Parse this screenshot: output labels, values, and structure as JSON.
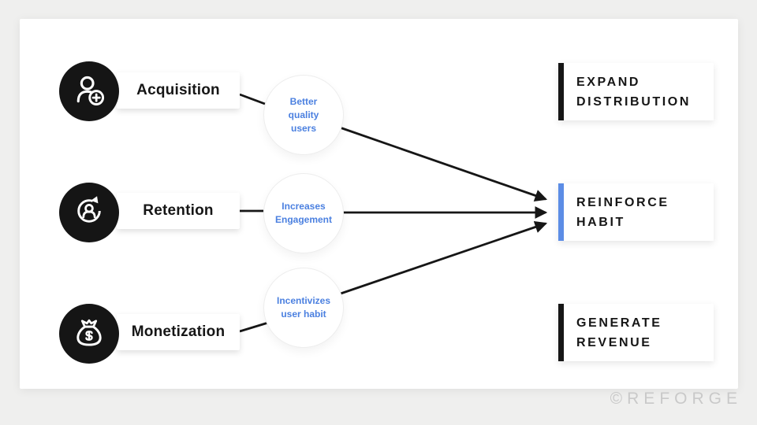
{
  "rows": [
    {
      "label": "Acquisition",
      "icon": "user-add-icon",
      "circle_lines": [
        "Better",
        "quality",
        "users"
      ]
    },
    {
      "label": "Retention",
      "icon": "user-retention-icon",
      "circle_lines": [
        "Increases",
        "Engagement"
      ]
    },
    {
      "label": "Monetization",
      "icon": "money-bag-icon",
      "circle_lines": [
        "Incentivizes",
        "user habit"
      ]
    }
  ],
  "outcomes": [
    {
      "line1": "EXPAND",
      "line2": "DISTRIBUTION",
      "accent_style": "background:#161616"
    },
    {
      "line1": "REINFORCE",
      "line2": "HABIT",
      "accent_style": "background:#5C8DE6"
    },
    {
      "line1": "GENERATE",
      "line2": "REVENUE",
      "accent_style": "background:#161616"
    }
  ],
  "colors": {
    "accent_blue": "#5C8DE6",
    "circle_text_blue": "#4B80E0",
    "ink": "#161616",
    "background": "#efefee",
    "watermark_gray": "#c9c9c9"
  },
  "watermark": "©REFORGE"
}
